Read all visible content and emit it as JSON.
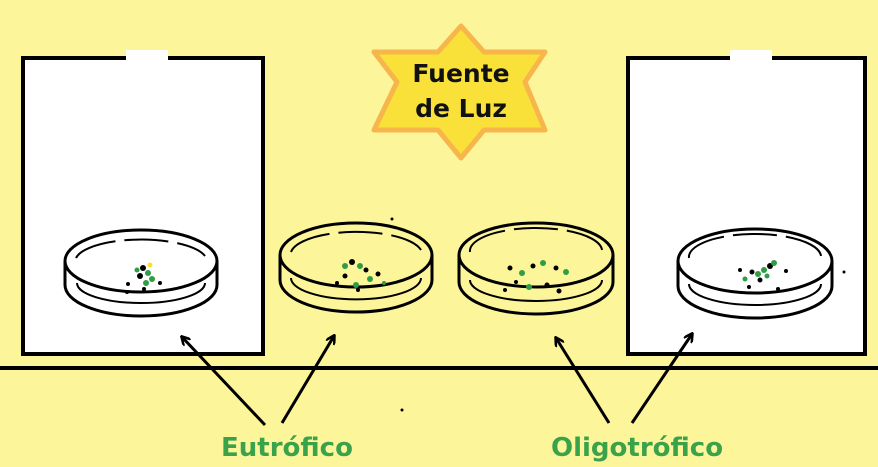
{
  "light_source": {
    "line1": "Fuente",
    "line2": "de Luz"
  },
  "labels": {
    "eutrophic": "Eutrófico",
    "oligotrophic": "Oligotrófico"
  },
  "colors": {
    "background": "#fdf59a",
    "star_fill": "#f9e13a",
    "star_stroke": "#f6b64b",
    "label_green": "#3aa24a",
    "algae_green": "#2f9e43"
  }
}
